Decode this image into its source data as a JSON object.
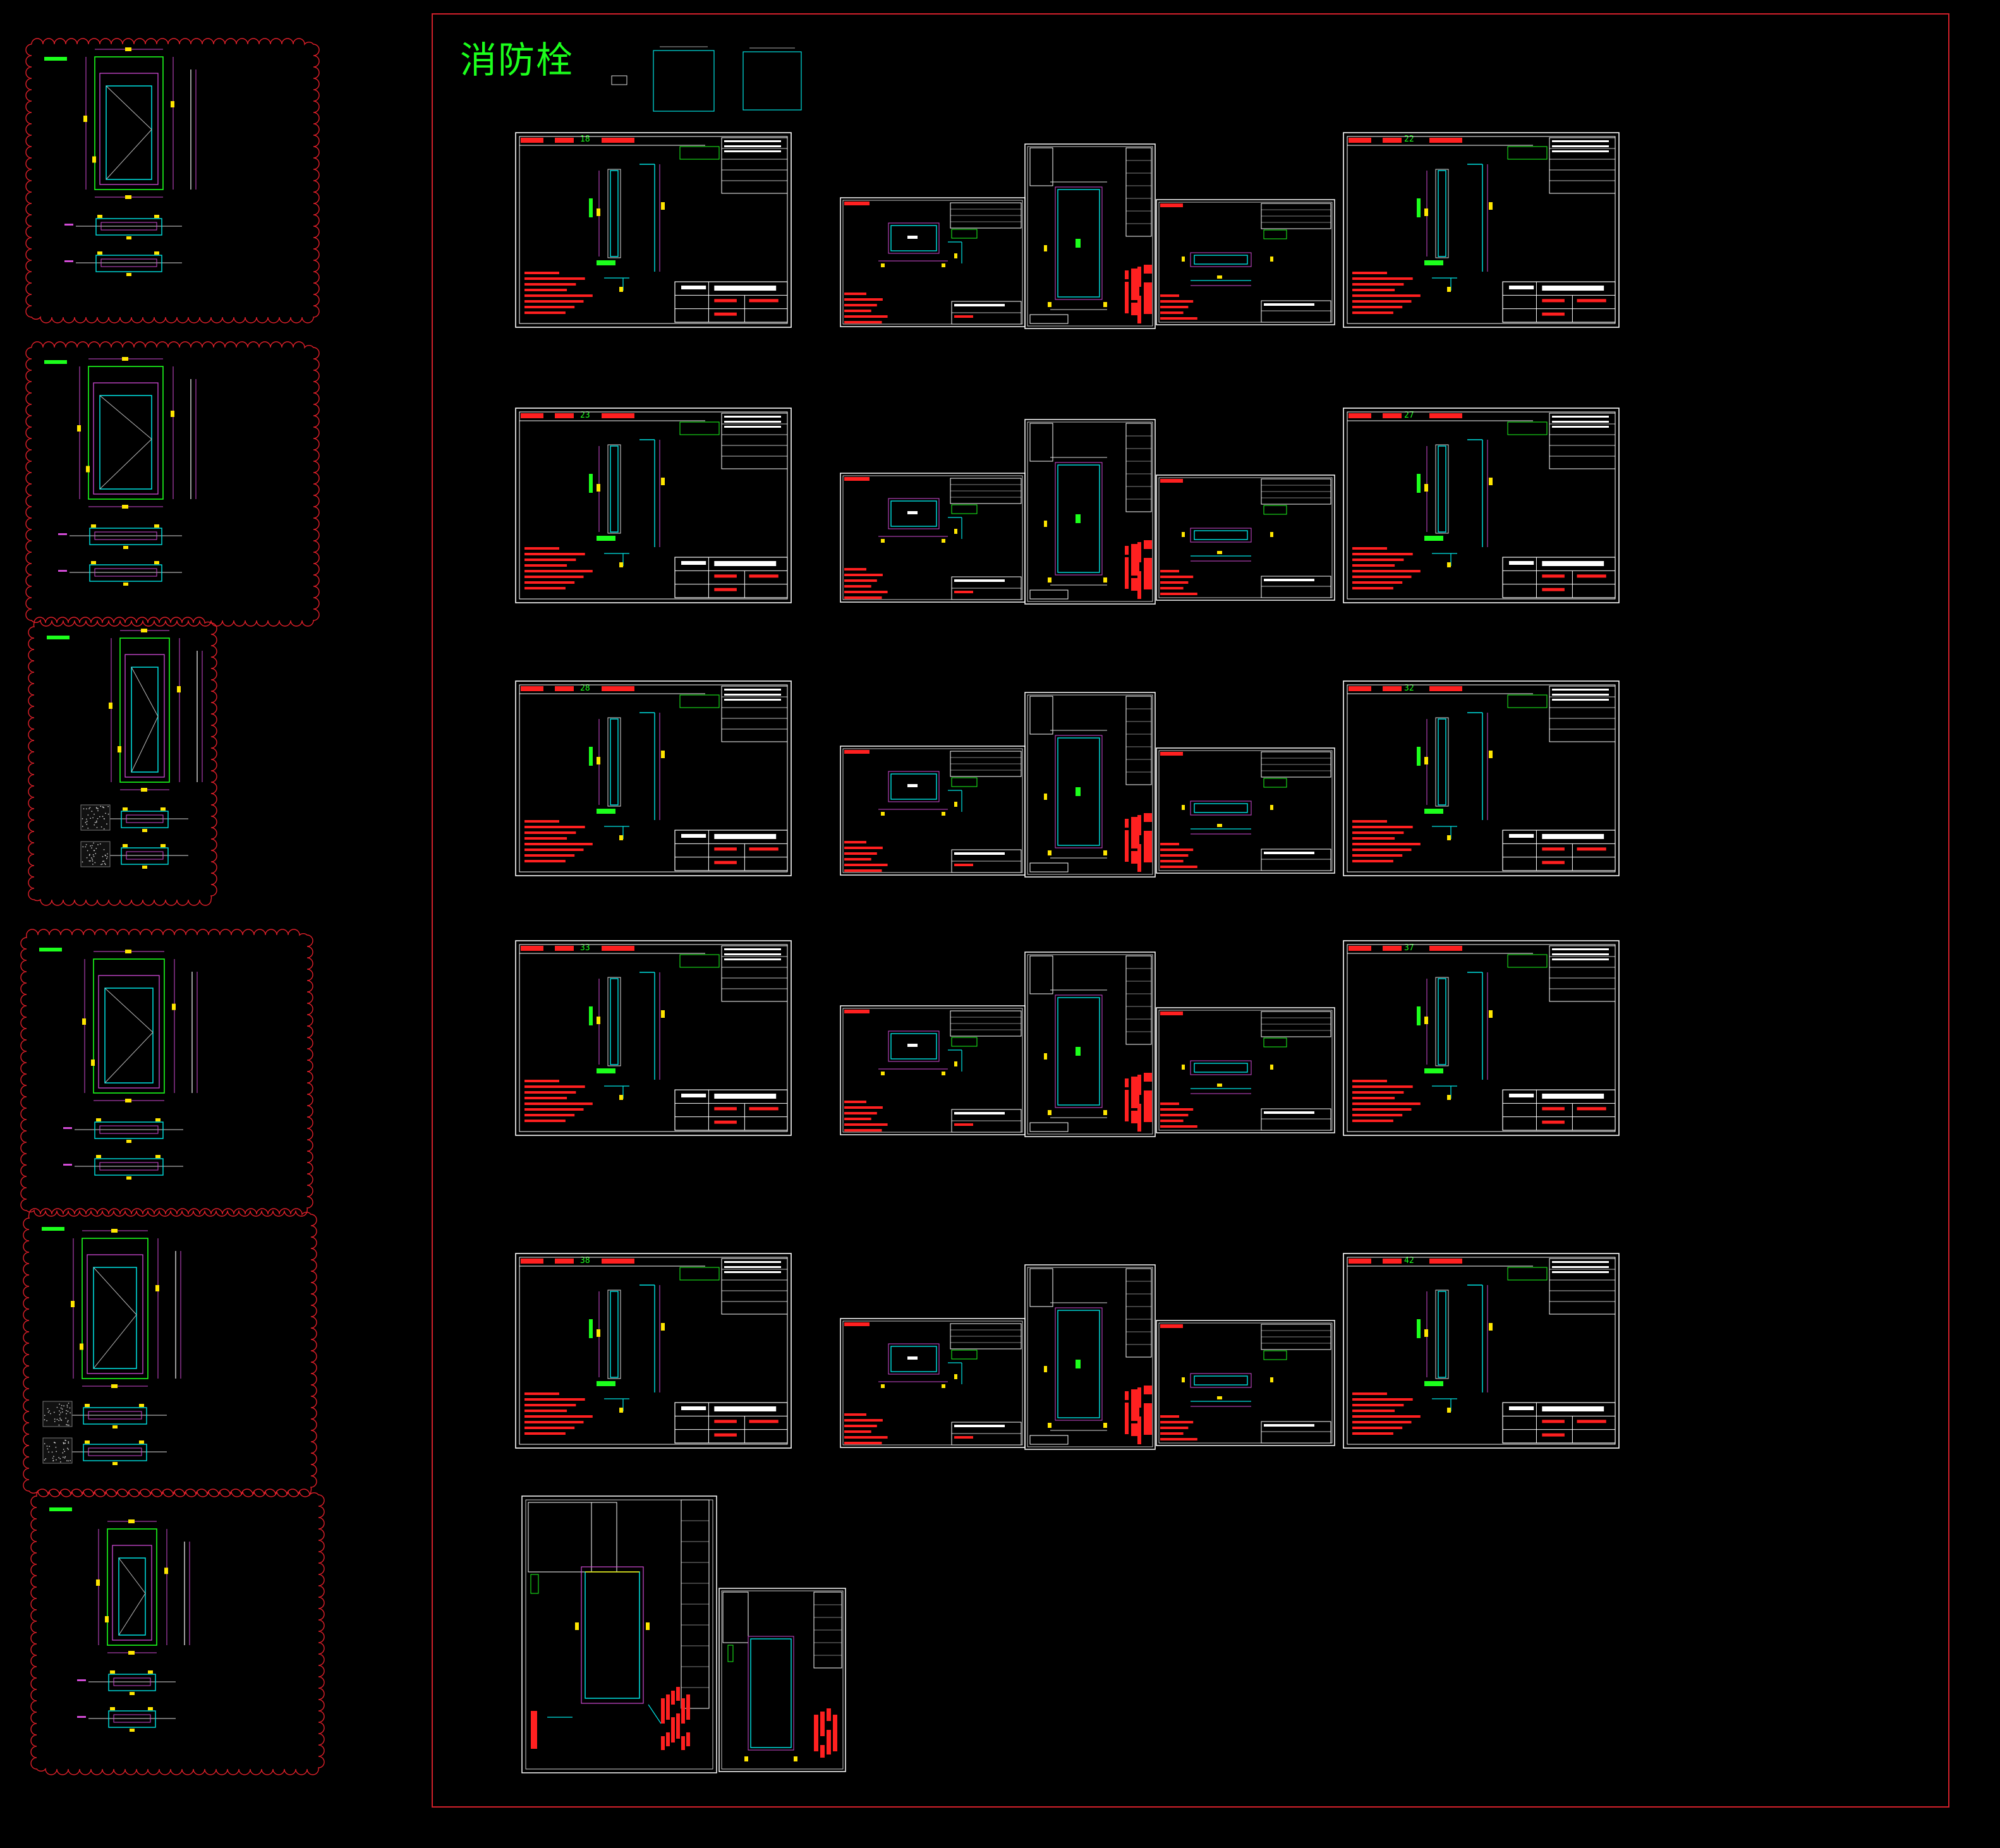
{
  "title": "消防栓",
  "colors": {
    "background": "#000000",
    "frame": "#d0202a",
    "cloud": "#e0202a",
    "sheet": "#ffffff",
    "door": "#00e6e6",
    "dimension": "#d24bd6",
    "accent": "#ffe600",
    "green": "#1cff1c",
    "note": "#ff2020"
  },
  "sheets": {
    "left_rows": [
      "18",
      "23",
      "28",
      "33",
      "38"
    ],
    "right_rows": [
      "22",
      "27",
      "32",
      "37",
      "42"
    ]
  }
}
